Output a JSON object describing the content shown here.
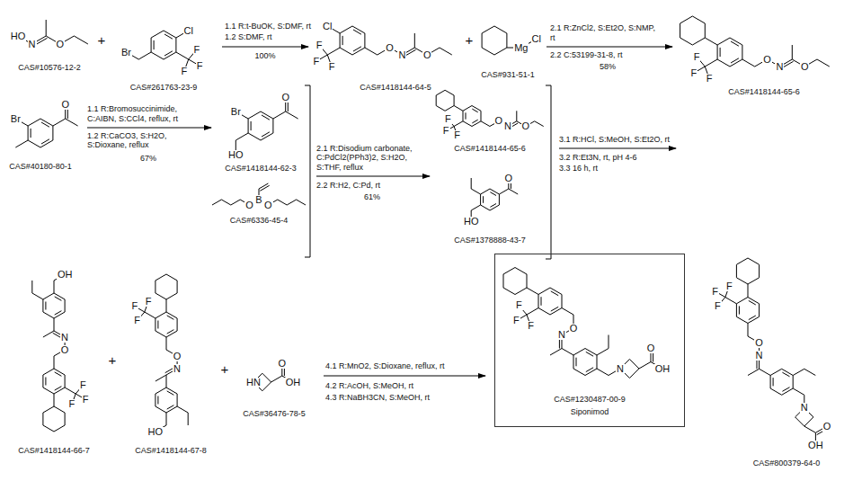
{
  "diagram": {
    "nodes": [
      {
        "text": [
          "CAS#1230487-00-9",
          "Siponimod"
        ]
      }
    ],
    "labels": [
      "HO",
      "N",
      "O",
      "CAS#10576-12-2",
      "+",
      "Br",
      "Cl",
      "F",
      "F",
      "F",
      "CAS#261763-23-9",
      "1.1 R:t-BuOK, S:DMF, rt",
      "1.2 S:DMF, rt",
      "100%",
      "Cl",
      "F",
      "F",
      "F",
      "O",
      "N",
      "O",
      "CAS#1418144-64-5",
      "+",
      "Mg",
      "Cl",
      "CAS#931-51-1",
      "2.1 R:ZnCl2, S:Et2O, S:NMP, rt",
      "2.2 C:53199-31-8, rt",
      "58%",
      "F",
      "F",
      "F",
      "O",
      "N",
      "O",
      "CAS#1418144-65-6",
      "Br",
      "O",
      "CAS#40180-80-1",
      "1.1 R:Bromosuccinimide, C:AIBN, S:CCl4, reflux, rt",
      "1.2 R:CaCO3, S:H2O, S:Dioxane, reflux",
      "67%",
      "Br",
      "O",
      "HO",
      "CAS#1418144-62-3",
      "O",
      "B",
      "O",
      "CAS#6336-45-4",
      "2.1 R:Disodium carbonate, C:PdCl2(PPh3)2, S:H2O, S:THF, reflux",
      "2.2 R:H2, C:Pd, rt",
      "61%",
      "F",
      "F",
      "F",
      "O",
      "N",
      "O",
      "CAS#1418144-65-6",
      "HO",
      "O",
      "CAS#1378888-43-7",
      "3.1 R:HCl, S:MeOH, S:Et2O, rt",
      "3.2 R:Et3N, rt, pH 4-6",
      "3.3 16 h, rt",
      "OH",
      "N",
      "O",
      "F",
      "F",
      "F",
      "CAS#1418144-66-7",
      "+",
      "F",
      "F",
      "F",
      "O",
      "N",
      "HO",
      "CAS#1418144-67-8",
      "+",
      "HN",
      "O",
      "OH",
      "CAS#36476-78-5",
      "4.1 R:MnO2, S:Dioxane, reflux, rt",
      "4.2 R:AcOH, S:MeOH, rt",
      "4.3 R:NaBH3CN, S:MeOH, rt",
      "F",
      "F",
      "F",
      "O",
      "N",
      "N",
      "O",
      "OH",
      "F",
      "F",
      "F",
      "O",
      "N",
      "N",
      "O",
      "OH",
      "CAS#800379-64-0"
    ]
  }
}
